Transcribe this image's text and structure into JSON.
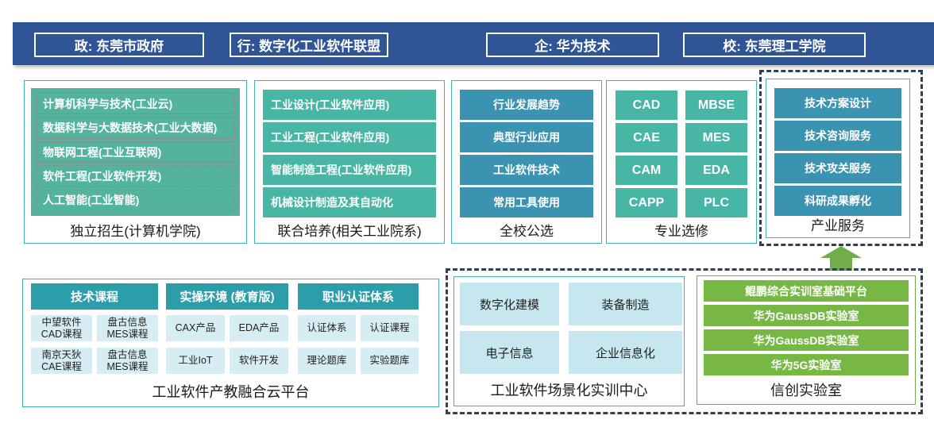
{
  "colors": {
    "header_blue": "#2F5597",
    "green_container": "#53B39E",
    "teal_item": "#47B6A5",
    "blue_item": "#3B93B2",
    "table_header_teal": "#2C9EA9",
    "light_cell": "#D6EDF3",
    "light_cell_blue": "#C7E7F0",
    "green_cell": "#76B843",
    "green_arrow": "#6FAE49",
    "dashed_border": "#333F50"
  },
  "header": {
    "items": [
      {
        "label": "政: 东莞市政府"
      },
      {
        "label": "行: 数字化工业软件联盟"
      },
      {
        "label": "企: 华为技术"
      },
      {
        "label": "校: 东莞理工学院"
      }
    ]
  },
  "columns": [
    {
      "footer": "独立招生(计算机学院)",
      "items": [
        "计算机科学与技术(工业云)",
        "数据科学与大数据技术(工业大数据)",
        "物联网工程(工业互联网)",
        "软件工程(工业软件开发)",
        "人工智能(工业智能)"
      ]
    },
    {
      "footer": "联合培养(相关工业院系)",
      "items": [
        "工业设计(工业软件应用)",
        "工业工程(工业软件应用)",
        "智能制造工程(工业软件应用)",
        "机械设计制造及其自动化"
      ]
    },
    {
      "footer": "全校公选",
      "items": [
        "行业发展趋势",
        "典型行业应用",
        "工业软件技术",
        "常用工具使用"
      ]
    },
    {
      "footer": "专业选修",
      "items": [
        "CAD",
        "MBSE",
        "CAE",
        "MES",
        "CAM",
        "EDA",
        "CAPP",
        "PLC"
      ]
    },
    {
      "footer": "产业服务",
      "items": [
        "技术方案设计",
        "技术咨询服务",
        "技术攻关服务",
        "科研成果孵化"
      ]
    }
  ],
  "cloud_platform": {
    "footer": "工业软件产教融合云平台",
    "groups": [
      {
        "header": "技术课程",
        "cells": [
          "中望软件\nCAD课程",
          "盘古信息\nMES课程",
          "南京天狄\nCAE课程",
          "盘古信息\nMES课程"
        ]
      },
      {
        "header": "实操环境 (教育版)",
        "cells": [
          "CAX产品",
          "EDA产品",
          "工业IoT",
          "软件开发"
        ]
      },
      {
        "header": "职业认证体系",
        "cells": [
          "认证体系",
          "认证课程",
          "理论题库",
          "实验题库"
        ]
      }
    ]
  },
  "training_center": {
    "footer": "工业软件场景化实训中心",
    "cells": [
      "数字化建模",
      "装备制造",
      "电子信息",
      "企业信息化"
    ]
  },
  "xinchuang_lab": {
    "footer": "信创实验室",
    "cells": [
      "鲲鹏综合实训室基础平台",
      "华为GaussDB实验室",
      "华为GaussDB实验室",
      "华为5G实验室"
    ]
  }
}
